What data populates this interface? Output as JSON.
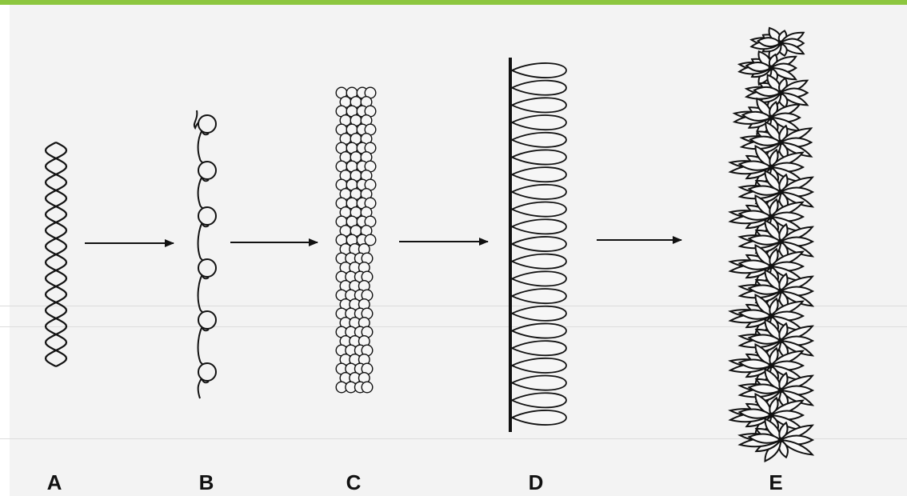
{
  "figure": {
    "stages": [
      {
        "id": "A",
        "label": "A",
        "kind": "double-helix"
      },
      {
        "id": "B",
        "label": "B",
        "kind": "nucleosome-string"
      },
      {
        "id": "C",
        "label": "C",
        "kind": "solenoid-fiber"
      },
      {
        "id": "D",
        "label": "D",
        "kind": "loop-scaffold"
      },
      {
        "id": "E",
        "label": "E",
        "kind": "condensed-chromosome"
      }
    ],
    "arrow_count": 4,
    "colors": {
      "ink": "#111111",
      "paper": "#f3f3f3",
      "top_bar": "#8cc63f"
    }
  }
}
